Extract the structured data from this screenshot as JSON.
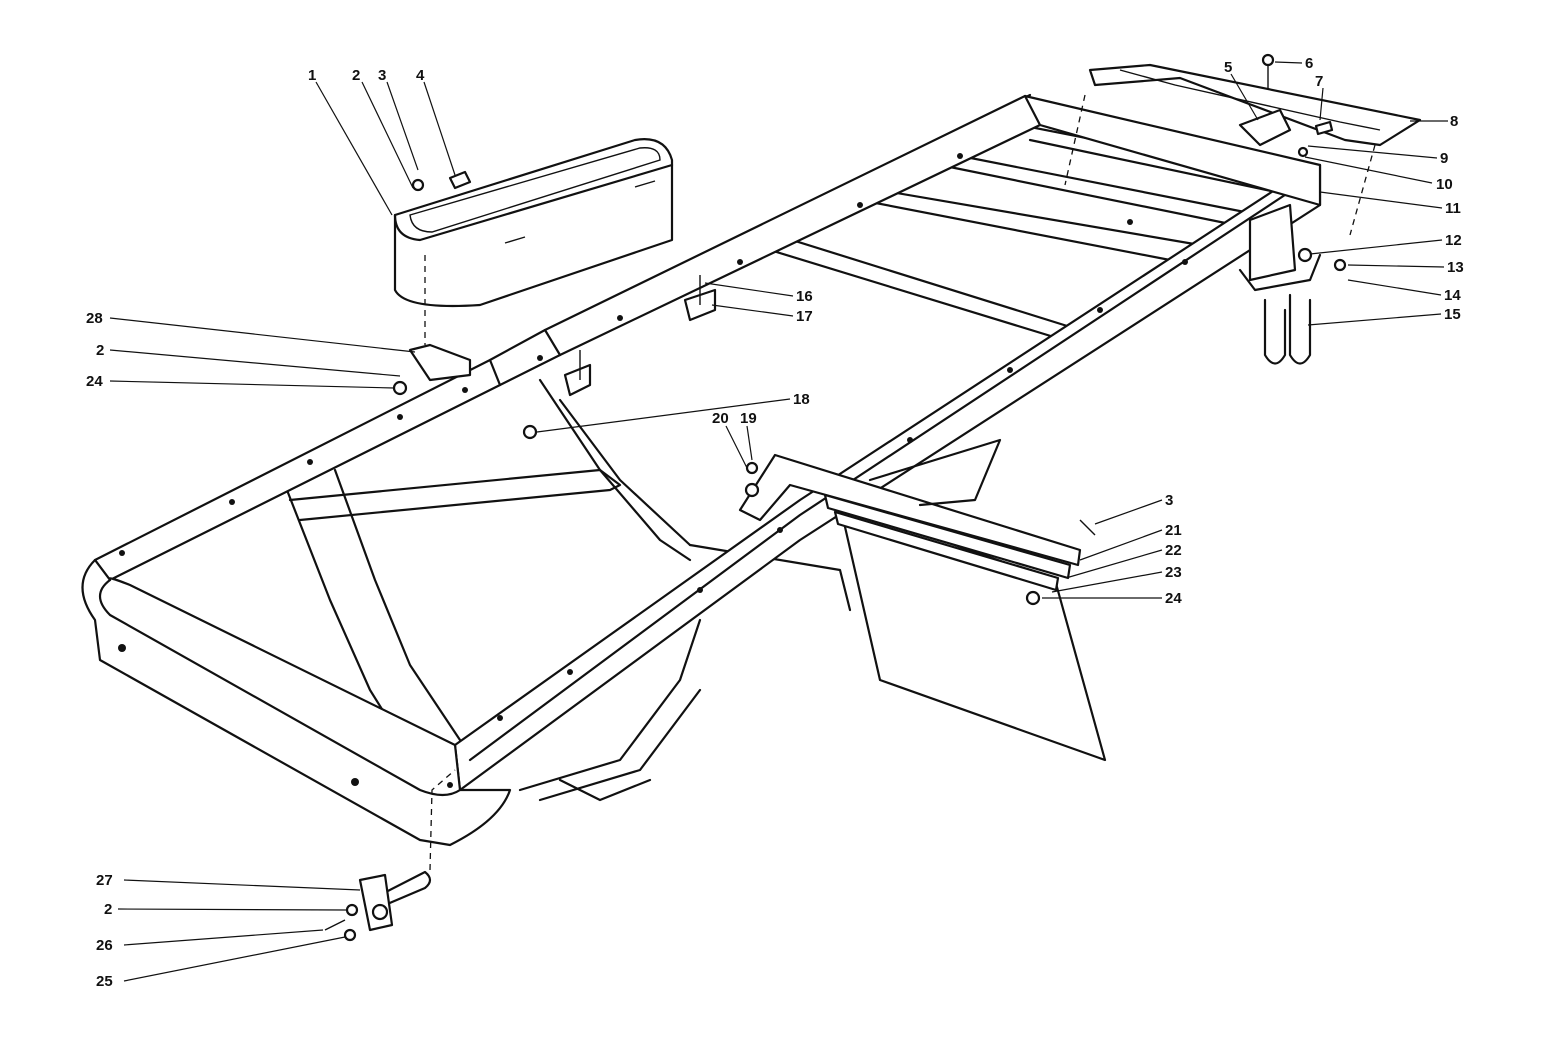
{
  "callouts": [
    {
      "id": "c1",
      "text": "1"
    },
    {
      "id": "c2a",
      "text": "2"
    },
    {
      "id": "c3a",
      "text": "3"
    },
    {
      "id": "c4",
      "text": "4"
    },
    {
      "id": "c5",
      "text": "5"
    },
    {
      "id": "c6",
      "text": "6"
    },
    {
      "id": "c7",
      "text": "7"
    },
    {
      "id": "c8",
      "text": "8"
    },
    {
      "id": "c9",
      "text": "9"
    },
    {
      "id": "c10",
      "text": "10"
    },
    {
      "id": "c11",
      "text": "11"
    },
    {
      "id": "c12",
      "text": "12"
    },
    {
      "id": "c13",
      "text": "13"
    },
    {
      "id": "c14",
      "text": "14"
    },
    {
      "id": "c15",
      "text": "15"
    },
    {
      "id": "c16",
      "text": "16"
    },
    {
      "id": "c17",
      "text": "17"
    },
    {
      "id": "c18",
      "text": "18"
    },
    {
      "id": "c19",
      "text": "19"
    },
    {
      "id": "c20",
      "text": "20"
    },
    {
      "id": "c21",
      "text": "21"
    },
    {
      "id": "c22",
      "text": "22"
    },
    {
      "id": "c23",
      "text": "23"
    },
    {
      "id": "c24a",
      "text": "24"
    },
    {
      "id": "c24b",
      "text": "24"
    },
    {
      "id": "c28",
      "text": "28"
    },
    {
      "id": "c2b",
      "text": "2"
    },
    {
      "id": "c3b",
      "text": "3"
    },
    {
      "id": "c27",
      "text": "27"
    },
    {
      "id": "c2c",
      "text": "2"
    },
    {
      "id": "c26",
      "text": "26"
    },
    {
      "id": "c25",
      "text": "25"
    }
  ],
  "colors": {
    "ink": "#111111",
    "paper": "#ffffff"
  }
}
